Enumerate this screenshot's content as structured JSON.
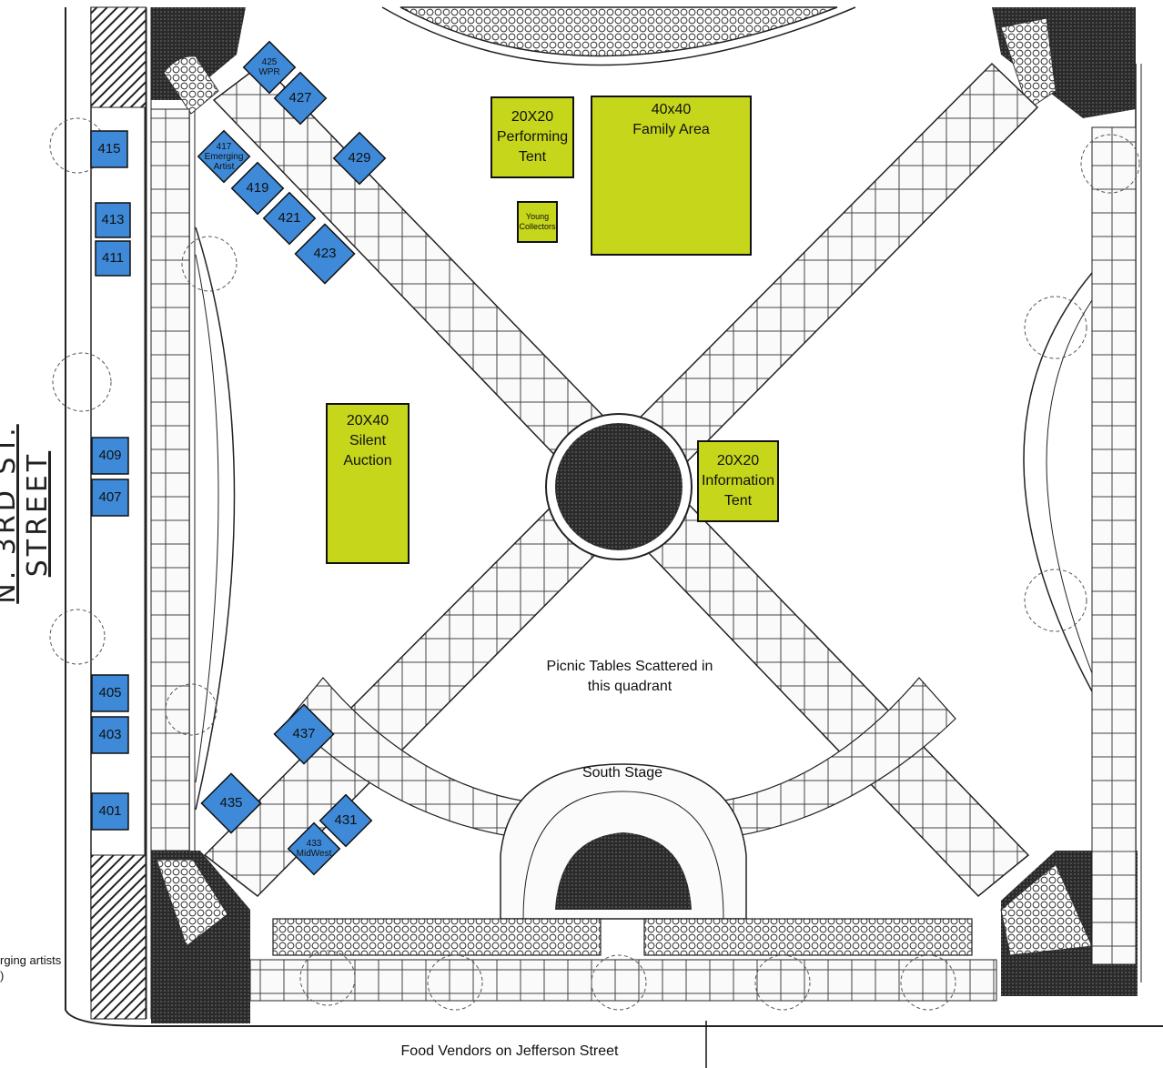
{
  "street_label": "N. 3RD ST. STREET",
  "side_note": "rging artists\n)",
  "bottom_note": "Food Vendors on Jefferson Street",
  "center_note": "Picnic Tables Scattered in\nthis quadrant",
  "stage_label": "South Stage",
  "colors": {
    "booth_fill": "#3e8ad8",
    "area_fill": "#c6d61a",
    "outline": "#111111",
    "pavement_line": "#333333"
  },
  "areas": [
    {
      "id": "performing-tent",
      "label": "20X20\nPerforming\nTent"
    },
    {
      "id": "family-area",
      "label": "40x40\nFamily Area"
    },
    {
      "id": "young-collectors",
      "label": "Young\nCollectors"
    },
    {
      "id": "silent-auction",
      "label": "20X40\nSilent\nAuction"
    },
    {
      "id": "information-tent",
      "label": "20X20\nInformation\nTent"
    }
  ],
  "booths": [
    {
      "number": "415",
      "label": "415"
    },
    {
      "number": "413",
      "label": "413"
    },
    {
      "number": "411",
      "label": "411"
    },
    {
      "number": "409",
      "label": "409"
    },
    {
      "number": "407",
      "label": "407"
    },
    {
      "number": "405",
      "label": "405"
    },
    {
      "number": "403",
      "label": "403"
    },
    {
      "number": "401",
      "label": "401"
    },
    {
      "number": "425",
      "label": "425\nWPR"
    },
    {
      "number": "427",
      "label": "427"
    },
    {
      "number": "417",
      "label": "417\nEmerging\nArtist"
    },
    {
      "number": "429",
      "label": "429"
    },
    {
      "number": "419",
      "label": "419"
    },
    {
      "number": "421",
      "label": "421"
    },
    {
      "number": "423",
      "label": "423"
    },
    {
      "number": "437",
      "label": "437"
    },
    {
      "number": "435",
      "label": "435"
    },
    {
      "number": "431",
      "label": "431"
    },
    {
      "number": "433",
      "label": "433\nMidWest"
    }
  ]
}
